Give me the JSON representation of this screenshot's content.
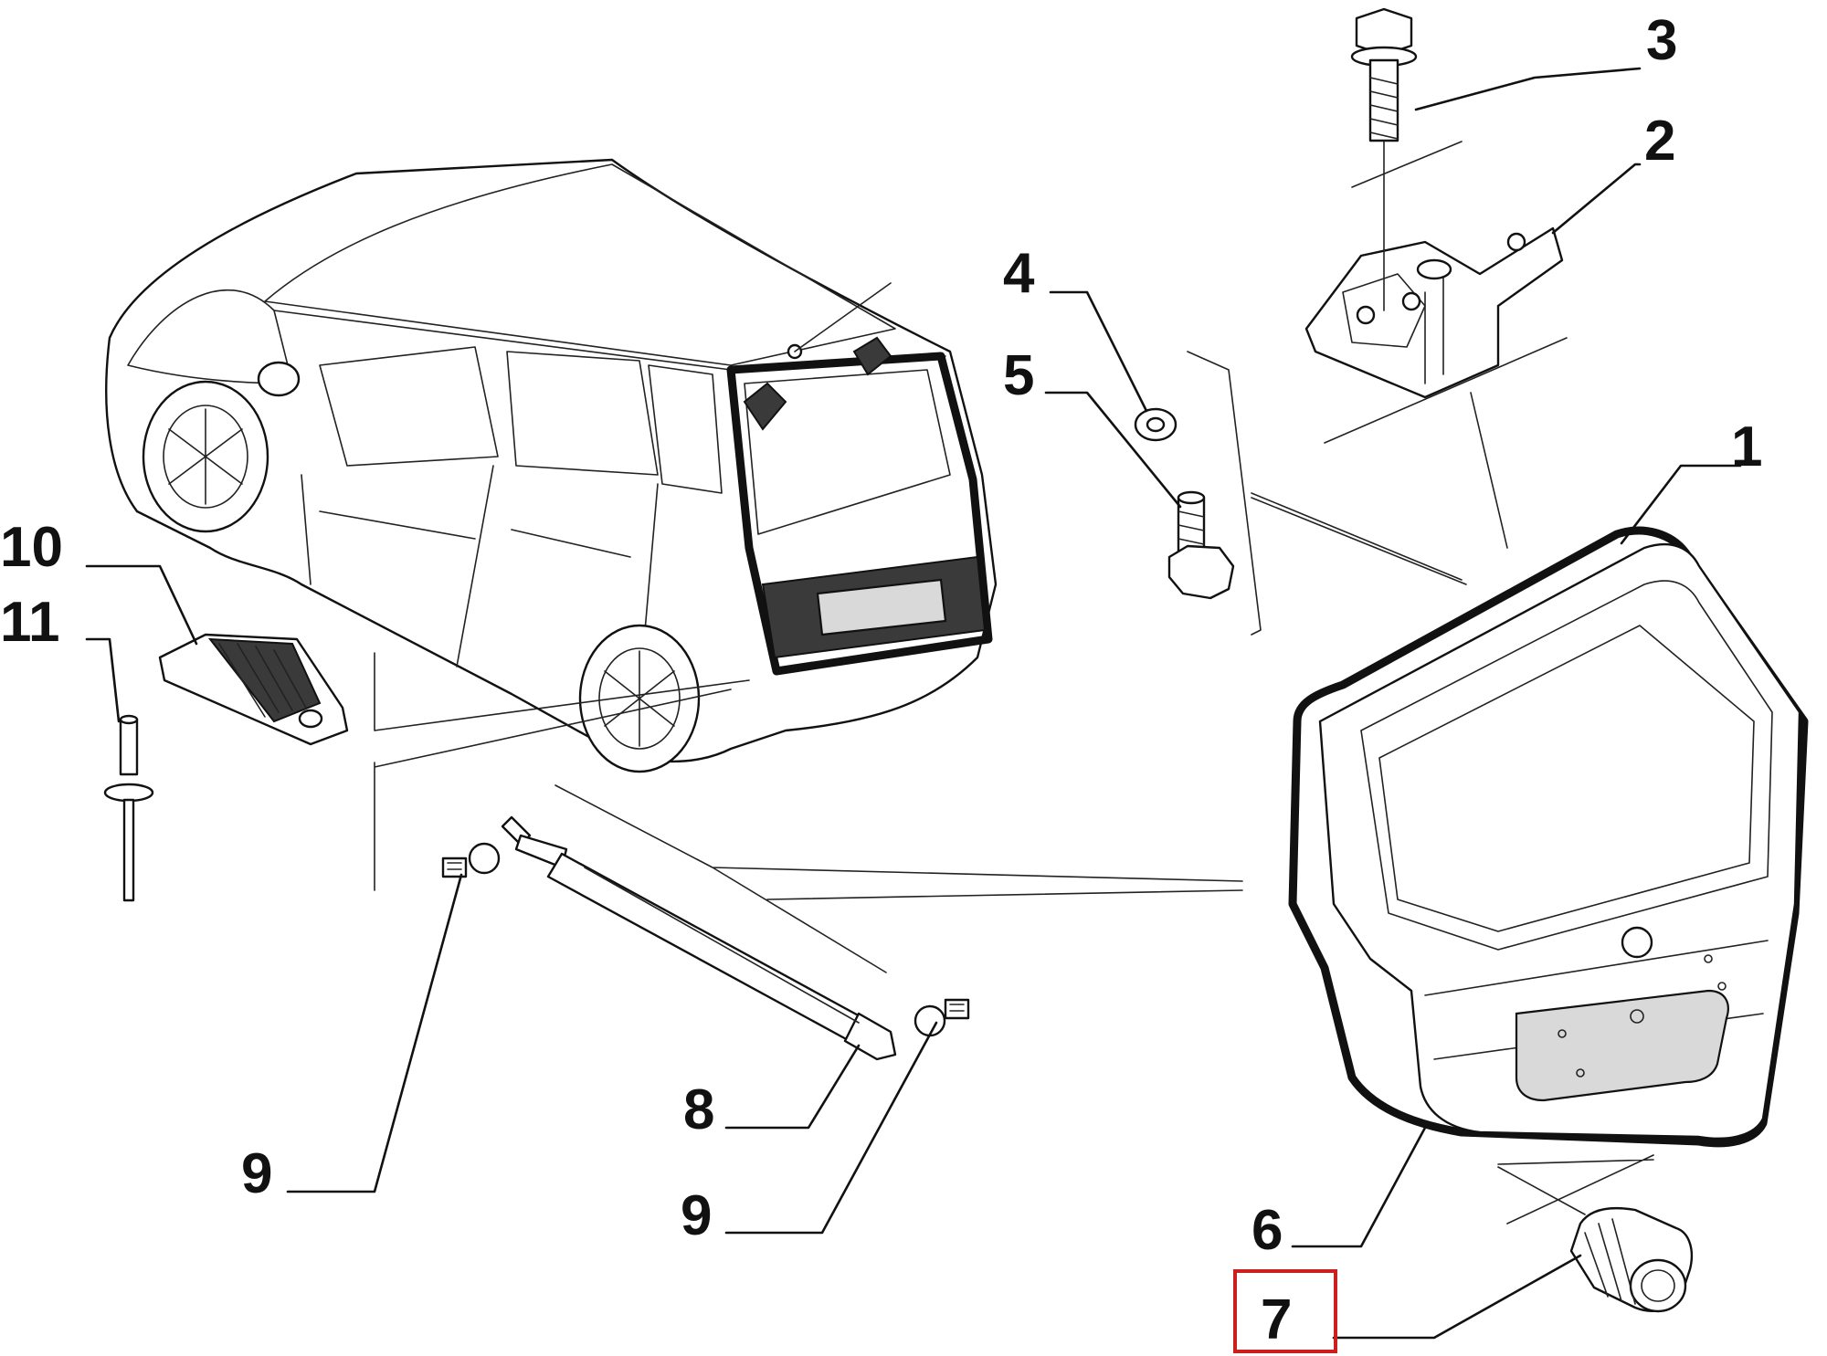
{
  "callouts": [
    {
      "id": "1",
      "text": "1"
    },
    {
      "id": "2",
      "text": "2"
    },
    {
      "id": "3",
      "text": "3"
    },
    {
      "id": "4",
      "text": "4"
    },
    {
      "id": "5",
      "text": "5"
    },
    {
      "id": "6",
      "text": "6"
    },
    {
      "id": "7",
      "text": "7",
      "highlighted": true
    },
    {
      "id": "8",
      "text": "8"
    },
    {
      "id": "9a",
      "text": "9"
    },
    {
      "id": "9b",
      "text": "9"
    },
    {
      "id": "10",
      "text": "10"
    },
    {
      "id": "11",
      "text": "11"
    }
  ],
  "colors": {
    "line": "#111111",
    "highlight_box": "#cc1f1f",
    "background": "#ffffff"
  },
  "icons": {
    "car": "car-rear-view-icon",
    "tailgate": "tailgate-panel-icon",
    "hinge": "hinge-bracket-icon",
    "bolt": "bolt-icon",
    "washer": "washer-icon",
    "strut": "gas-strut-icon",
    "ball_pin": "ball-pin-icon",
    "light": "number-plate-light-icon",
    "rivet": "rivet-icon",
    "bumper_stop": "rubber-stop-icon",
    "seal": "tailgate-seal-icon"
  }
}
